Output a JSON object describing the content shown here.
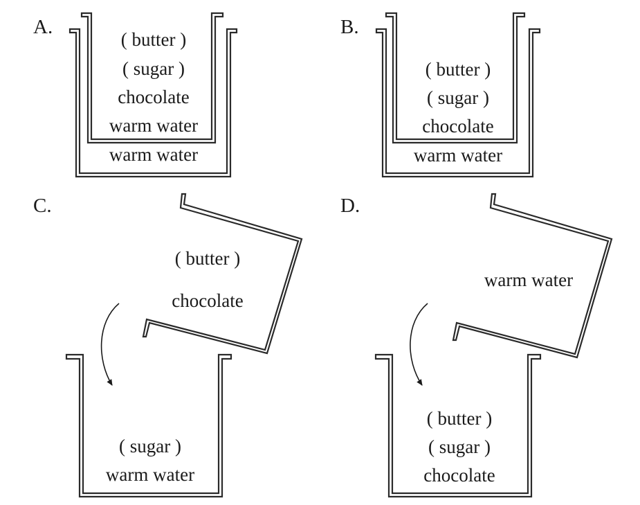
{
  "options": {
    "A": {
      "letter": "A.",
      "inner_contents": [
        "( butter )",
        "( sugar )",
        "chocolate",
        "warm water"
      ],
      "outer_contents": [
        "warm water"
      ]
    },
    "B": {
      "letter": "B.",
      "inner_contents": [
        "( butter )",
        "( sugar )",
        "chocolate"
      ],
      "outer_contents": [
        "warm water"
      ]
    },
    "C": {
      "letter": "C.",
      "tilted_contents": [
        "( butter )",
        "chocolate"
      ],
      "bottom_contents": [
        "( sugar )",
        "warm water"
      ]
    },
    "D": {
      "letter": "D.",
      "tilted_contents": [
        "warm water"
      ],
      "bottom_contents": [
        "( butter )",
        "( sugar )",
        "chocolate"
      ]
    }
  }
}
